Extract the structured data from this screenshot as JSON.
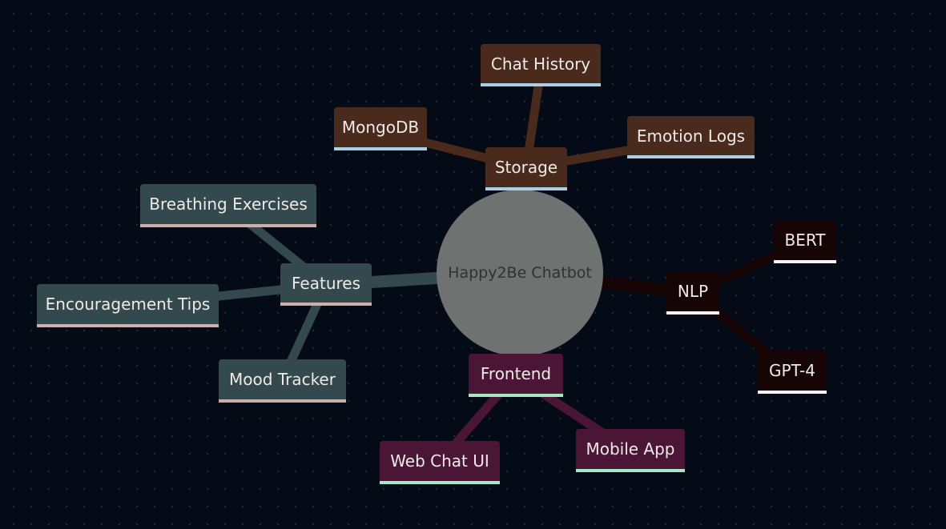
{
  "root": {
    "label": "Happy2Be Chatbot"
  },
  "branches": {
    "storage": {
      "label": "Storage",
      "color": "#4a2a1d",
      "children": [
        "Chat History",
        "MongoDB",
        "Emotion Logs"
      ]
    },
    "features": {
      "label": "Features",
      "color": "#34494d",
      "children": [
        "Breathing Exercises",
        "Encouragement Tips",
        "Mood Tracker"
      ]
    },
    "nlp": {
      "label": "NLP",
      "color": "#170405",
      "children": [
        "BERT",
        "GPT-4"
      ]
    },
    "frontend": {
      "label": "Frontend",
      "color": "#4b1636",
      "children": [
        "Web Chat UI",
        "Mobile App"
      ]
    }
  }
}
